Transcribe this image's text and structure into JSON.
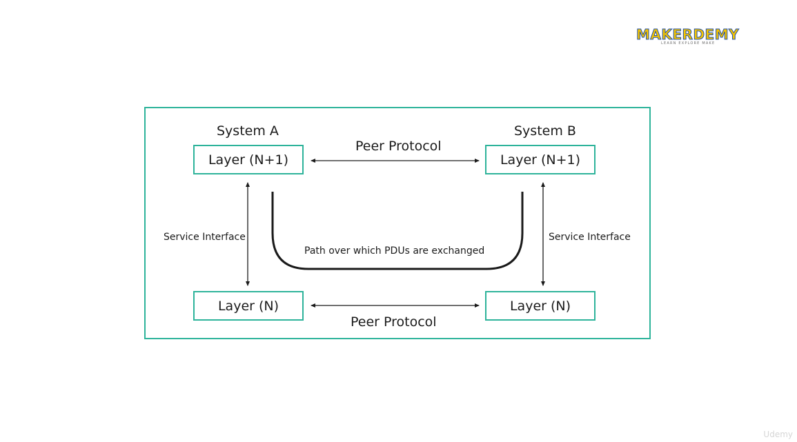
{
  "logo": {
    "name": "MAKERDEMY",
    "tagline": "LEARN EXPLORE MAKE"
  },
  "diagram": {
    "system_a": "System A",
    "system_b": "System B",
    "layer_upper": "Layer (N+1)",
    "layer_lower": "Layer (N)",
    "peer_protocol_top": "Peer Protocol",
    "peer_protocol_bottom": "Peer Protocol",
    "service_interface_left": "Service Interface",
    "service_interface_right": "Service Interface",
    "pdu_path": "Path over which PDUs are exchanged"
  },
  "watermark": "Udemy",
  "colors": {
    "accent": "#2db39a",
    "logo_fill": "#f5c400",
    "logo_outline": "#1f4fa8"
  }
}
